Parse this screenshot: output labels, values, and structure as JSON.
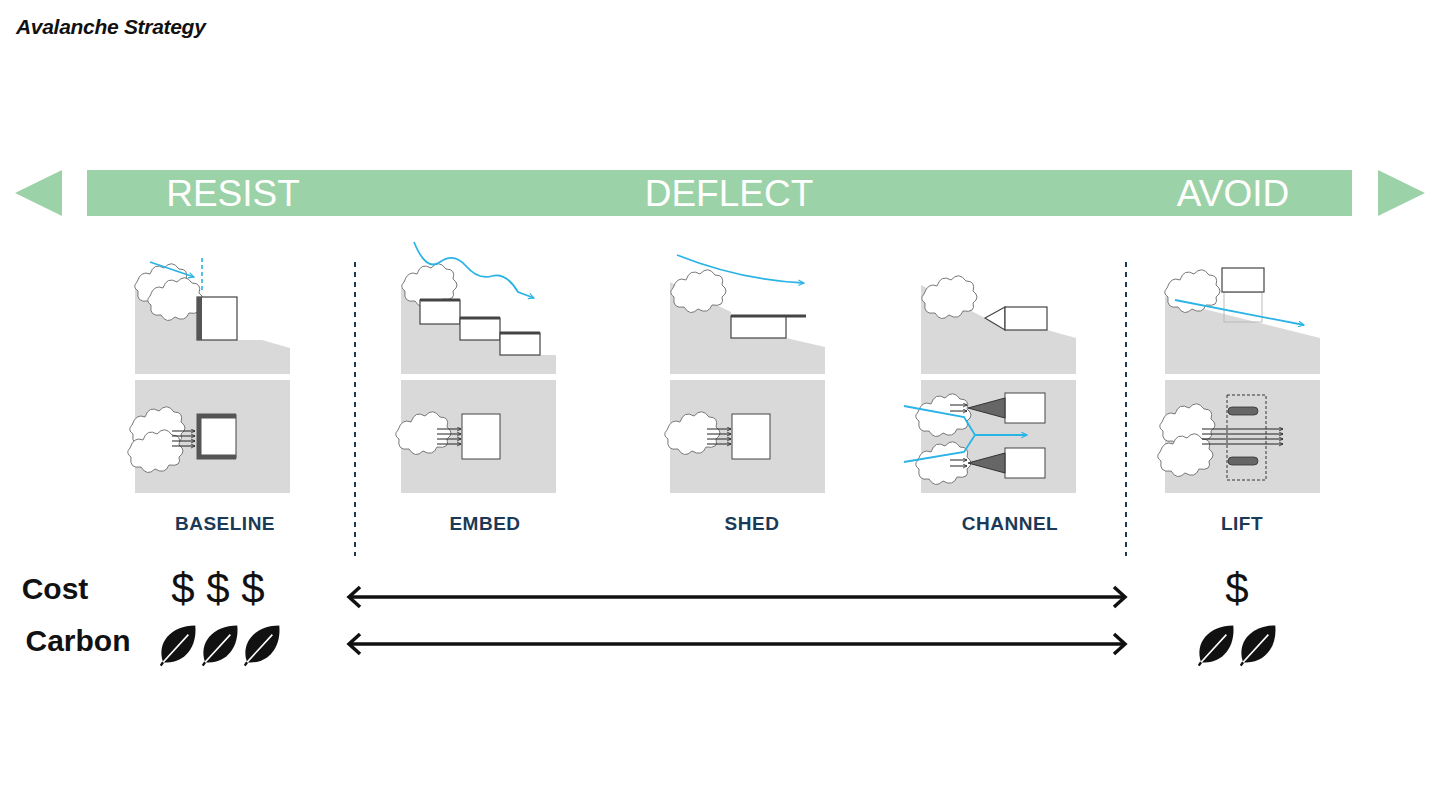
{
  "diagram": {
    "title": "Avalanche Strategy",
    "nodes": [
      {
        "text": [
          "RESIST",
          "DEFLECT",
          "AVOID"
        ]
      }
    ],
    "labels": [
      "BASELINE",
      "EMBED",
      "SHED",
      "CHANNEL",
      "LIFT",
      "Cost",
      "$ $ $",
      "$",
      "Carbon"
    ]
  }
}
